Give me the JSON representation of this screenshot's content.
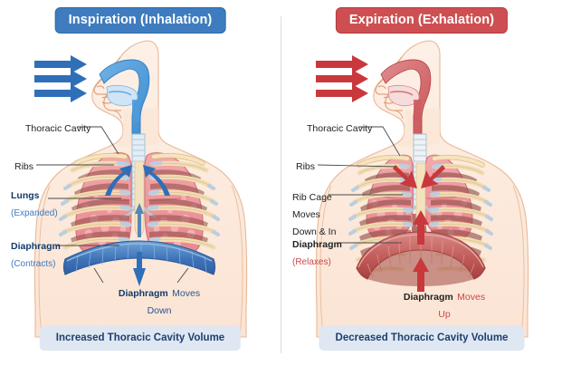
{
  "figure": {
    "title": "Inspiration and Expiration mechanics of breathing",
    "colors": {
      "inhale_accent": "#3f7cbf",
      "exhale_accent": "#ce4f52",
      "caption_bg": "#dfe7f2",
      "caption_text": "#1f3f6d",
      "skin": "#fdece0",
      "skin_outline": "#e7b58f",
      "lung": "#ef9a9f",
      "rib": "#f7e3bd",
      "cartilage": "#c3d6e6",
      "airway_blue": "#4f9bdc",
      "airway_red": "#d8686c",
      "diaphragm_blue": "#3a6fb5",
      "diaphragm_red": "#c0484a",
      "divider": "#d9dce1"
    }
  },
  "panels": [
    {
      "id": "inspiration",
      "title": "Inspiration (Inhalation)",
      "caption": "Increased Thoracic Cavity Volume",
      "labels": {
        "thoracic_cavity": "Thoracic Cavity",
        "ribs": "Ribs",
        "lungs_main": "Lungs",
        "lungs_sub": "(Expanded)",
        "diaphragm_main": "Diaphragm",
        "diaphragm_sub": "(Contracts)",
        "movement_bold": "Diaphragm",
        "movement_rest": "Moves",
        "movement_line2": "Down"
      },
      "airflow_arrows": 3,
      "airflow_direction": "into-nose"
    },
    {
      "id": "expiration",
      "title": "Expiration (Exhalation)",
      "caption": "Decreased Thoracic Cavity Volume",
      "labels": {
        "thoracic_cavity": "Thoracic Cavity",
        "ribs": "Ribs",
        "ribcage_line1": "Rib Cage",
        "ribcage_line2": "Moves",
        "ribcage_line3": "Down & In",
        "diaphragm_main": "Diaphragm",
        "diaphragm_sub": "(Relaxes)",
        "movement_bold": "Diaphragm",
        "movement_rest": "Moves",
        "movement_line2": "Up"
      },
      "airflow_arrows": 3,
      "airflow_direction": "out-of-nose"
    }
  ]
}
